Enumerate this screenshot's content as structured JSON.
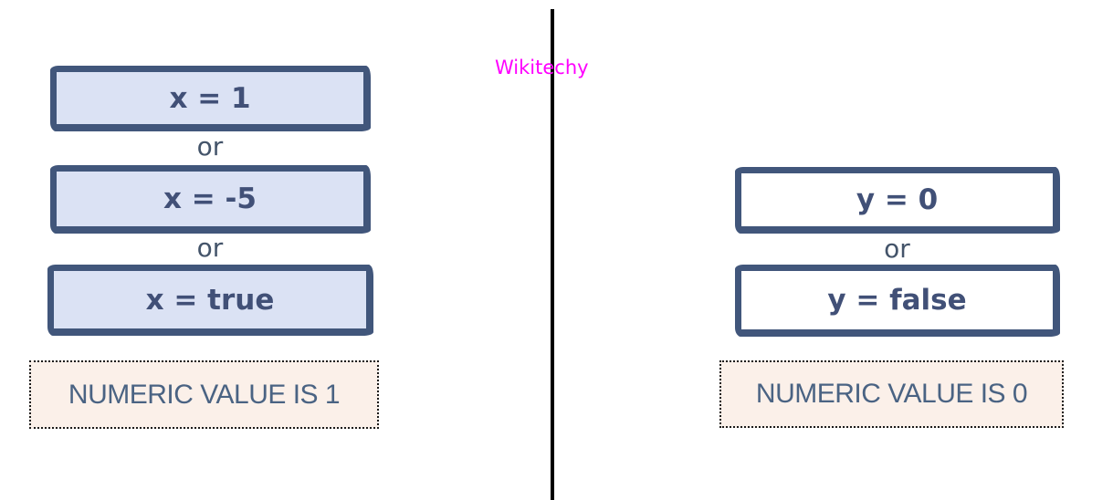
{
  "watermark": {
    "label": "Wikitechy"
  },
  "left": {
    "boxes": [
      {
        "label": "x = 1"
      },
      {
        "label": "x = -5"
      },
      {
        "label": "x = true"
      }
    ],
    "or_label": "or",
    "result": "NUMERIC VALUE IS 1"
  },
  "right": {
    "boxes": [
      {
        "label": "y = 0"
      },
      {
        "label": "y = false"
      }
    ],
    "or_label": "or",
    "result": "NUMERIC VALUE IS 0"
  },
  "colors": {
    "box_border": "#41567b",
    "box_fill_left": "#dbe2f4",
    "box_text": "#415077",
    "or_text": "#44546a",
    "result_bg": "#fbf0e9",
    "result_text": "#4a6383",
    "divider": "#000000",
    "watermark": "#ff00ff"
  }
}
